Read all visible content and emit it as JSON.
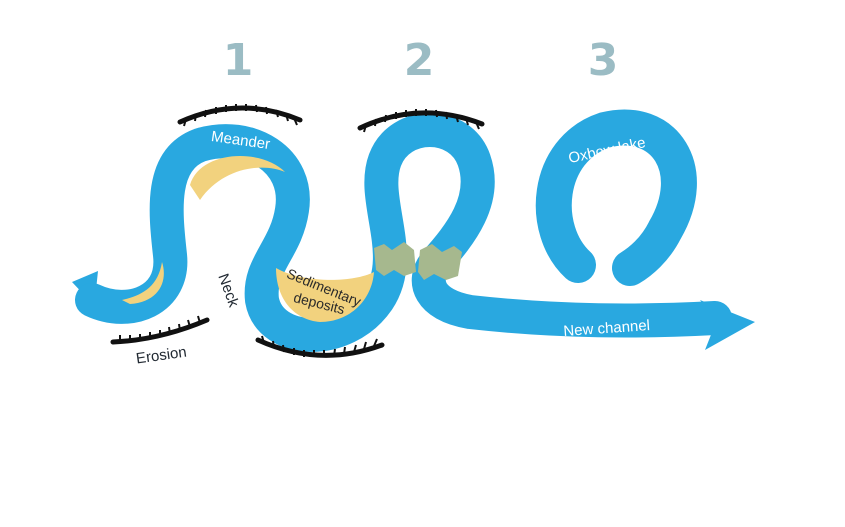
{
  "diagram": {
    "steps": [
      "1",
      "2",
      "3"
    ],
    "labels": {
      "meander": "Meander",
      "oxbow": "Oxbow lake",
      "neck": "Neck",
      "erosion": "Erosion",
      "deposits_line1": "Sedimentary",
      "deposits_line2": "deposits",
      "new_channel": "New channel"
    },
    "colors": {
      "water": "#29a8e0",
      "sediment": "#f2d27e",
      "cut": "#a6b88e",
      "bank": "#111111",
      "step_number": "#9bbcc4"
    }
  }
}
